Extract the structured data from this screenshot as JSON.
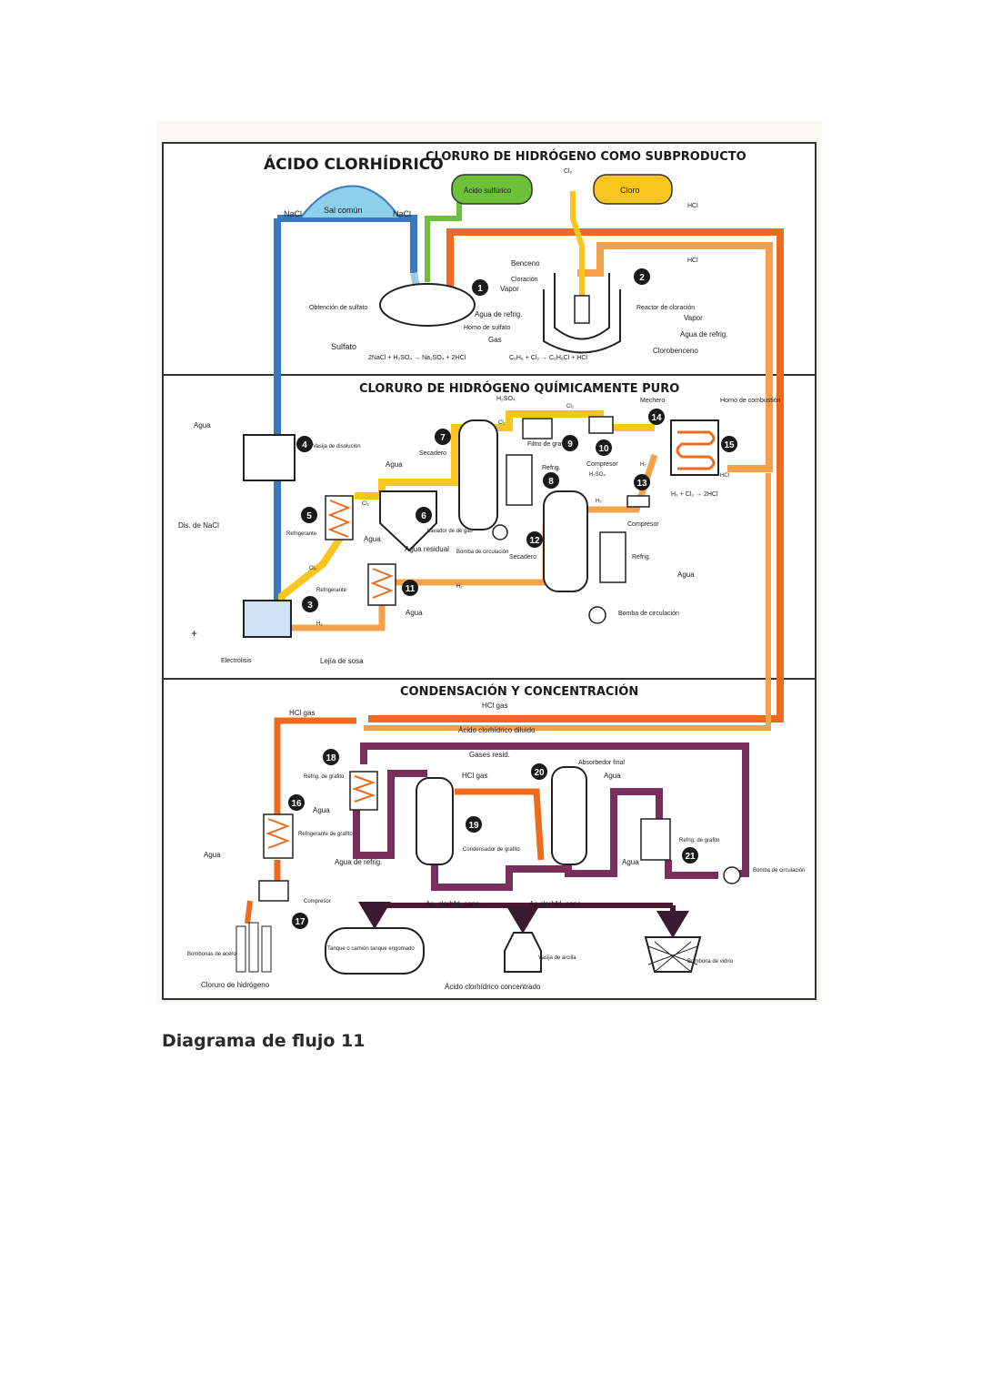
{
  "diagram": {
    "main_title": "ÁCIDO CLORHÍDRICO",
    "sections": {
      "byproduct": "CLORURO DE HIDRÓGENO COMO SUBPRODUCTO",
      "pure": "CLORURO DE HIDRÓGENO QUÍMICAMENTE PURO",
      "condensation": "CONDENSACIÓN Y CONCENTRACIÓN"
    },
    "labels": {
      "sal_comun": "Sal común",
      "nacl_left": "NaCl",
      "nacl_right": "NaCl",
      "acido_sulfurico": "Ácido sulfúrico",
      "cloro_tank": "Cloro",
      "cl2_top": "Cl₂",
      "hcl_top1": "HCl",
      "hcl_top2": "HCl",
      "benceno": "Benceno",
      "cloracion": "Cloración",
      "vapor1": "Vapor",
      "agua_refrig1": "Agua de refrig.",
      "horno_sulfato": "Horno de sulfato",
      "gas": "Gas",
      "obtencion_sulfato": "Obtención de sulfato",
      "sulfato": "Sulfato",
      "eq1": "2NaCl + H₂SO₄ → Na₂SO₄ + 2HCl",
      "eq2": "C₆H₆ + Cl₂ → C₆H₅Cl + HCl",
      "reactor_cloracion": "Reactor de cloración",
      "vapor2": "Vapor",
      "agua_refrig2": "Agua de refrig.",
      "clorobenceno": "Clorobenceno",
      "agua_1": "Agua",
      "vasija_disolucion": "Vasija de disolución",
      "dis_nacl": "Dis. de NaCl",
      "h2so4": "H₂SO₄",
      "cl2_b": "Cl₂",
      "cl2_c": "Cl₂",
      "mechero": "Mechero",
      "horno_combustion": "Horno de combustión",
      "secadero_7": "Secadero",
      "filtro_grava": "Filtro de grava",
      "refrig_8": "Refrig.",
      "compresor_10": "Compresor",
      "h2so4_b": "H₂SO₄",
      "h2_a": "H₂",
      "hcl_15": "HCl",
      "eq3": "H₂ + Cl₂ → 2HCl",
      "agua_2": "Agua",
      "refrigerante_5": "Refrigerante",
      "cl2_5": "Cl₂",
      "agua_3": "Agua",
      "lavador_gas": "Lavador de de gas",
      "agua_residual": "Agua residual",
      "bomba_circ_1": "Bomba de circulación",
      "secadero_12": "Secadero",
      "h2_b": "H₂",
      "compresor_13": "Compresor",
      "refrig_b": "Refrig.",
      "agua_4": "Agua",
      "cl2_11": "Cl₂",
      "refrigerante_11": "Refrigerante",
      "h2_c": "H₂",
      "agua_5": "Agua",
      "bomba_circ_2": "Bomba de circulación",
      "h2_d": "H₂",
      "electrolisis": "Electrólisis",
      "lejia_sosa": "Lejía de sosa",
      "hcl_gas_1": "HCl gas",
      "hcl_gas_2": "HCl gas",
      "acido_diluido": "Ácido clorhídrico diluido",
      "gases_resid": "Gases resid.",
      "absorbedor_final": "Absorbedor final",
      "hcl_gas_3": "HCl gas",
      "agua_6": "Agua",
      "refrig_grafito_18": "Refrig. de grafito",
      "agua_7": "Agua",
      "refrigerante_grafito": "Refrigerante de grafito",
      "agua_8": "Agua",
      "agua_refrig_3": "Agua de refrig.",
      "condensador_grafito": "Condensador de grafito",
      "agua_9": "Agua",
      "refrig_grafito_21": "Refrig. de grafito",
      "bomba_circ_3": "Bomba de circulación",
      "compresor_17": "Compresor",
      "ac_conc_1": "Ac. clorhfd. conc.",
      "ac_conc_2": "Ac.clorhfd. conc.",
      "bombonas_acero": "Bombonas de acero",
      "tanque": "Tanque o camión tanque engomado",
      "vasija_arcilla": "Vasija de arcilla",
      "bombona_vidrio": "Bombona de vidrio",
      "cloruro_hidrogeno": "Cloruro de hidrógeno",
      "acido_concentrado": "Ácido clorhídrico concentrado"
    },
    "markers": [
      "1",
      "2",
      "3",
      "4",
      "5",
      "6",
      "7",
      "8",
      "9",
      "10",
      "11",
      "12",
      "13",
      "14",
      "15",
      "16",
      "17",
      "18",
      "19",
      "20",
      "21"
    ],
    "colors": {
      "blue": "#3a78c0",
      "light_blue": "#9cc9ea",
      "orange_red": "#f06a1e",
      "orange": "#f7a04a",
      "yellow": "#f9c51f",
      "green": "#6cc03a",
      "purple": "#7a2e5c",
      "dark": "#1a1a1a"
    }
  },
  "caption": "Diagrama de flujo 11"
}
